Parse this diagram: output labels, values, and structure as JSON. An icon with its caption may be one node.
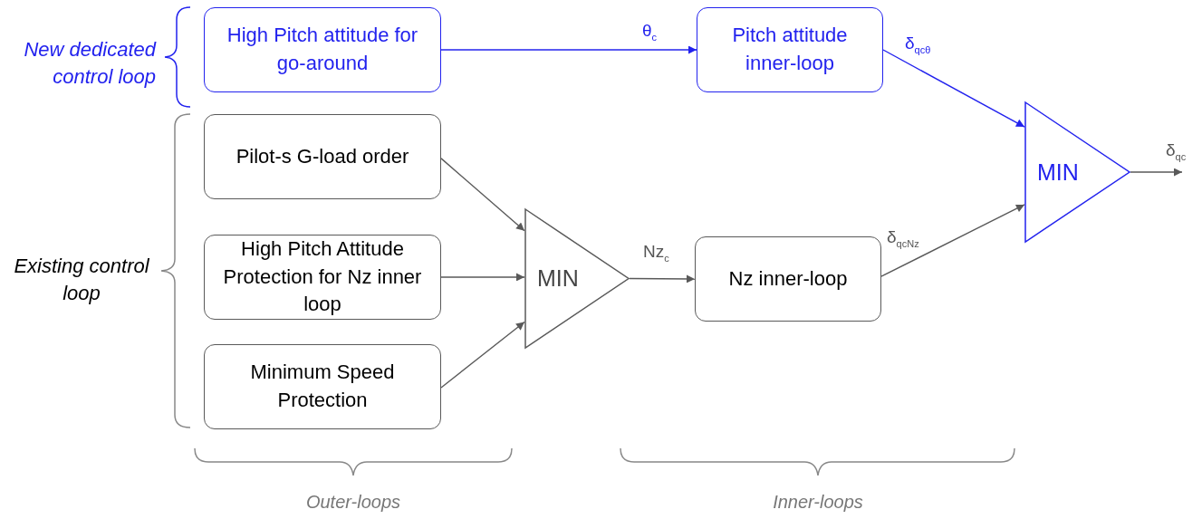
{
  "diagram": {
    "nodes": [
      {
        "text": [
          "High Pitch attitude for go-around"
        ]
      },
      {
        "text": [
          "Pitch attitude inner-loop"
        ]
      },
      {
        "text": [
          "Pilot-s G-load order"
        ]
      },
      {
        "text": [
          "High Pitch Attitude Protection for Nz inner loop"
        ]
      },
      {
        "text": [
          "Minimum Speed Protection"
        ]
      },
      {
        "text": [
          "MIN"
        ]
      },
      {
        "text": [
          "Nz inner-loop"
        ]
      },
      {
        "text": [
          "MIN"
        ]
      }
    ],
    "edges": [
      {
        "from": 0,
        "to": 1,
        "arrow": "to",
        "label": "θ$_{c}$",
        "color": "#2222ee"
      },
      {
        "from": 1,
        "to": 7,
        "arrow": "to",
        "label": "δ$_{qcθ}$",
        "color": "#2222ee"
      },
      {
        "from": 2,
        "to": 5,
        "arrow": "to"
      },
      {
        "from": 3,
        "to": 5,
        "arrow": "to"
      },
      {
        "from": 4,
        "to": 5,
        "arrow": "to"
      },
      {
        "from": 5,
        "to": 6,
        "arrow": "to",
        "label": "Nz$_{c}$"
      },
      {
        "from": 6,
        "to": 7,
        "arrow": "to",
        "label": "δ$_{qcNz}$"
      },
      {
        "from": 7,
        "to": null,
        "arrow": "to",
        "label": "δ$_{qc}$"
      }
    ],
    "labels": [
      "New dedicated control loop",
      "Existing control loop",
      "Outer-loops",
      "Inner-loops"
    ]
  }
}
